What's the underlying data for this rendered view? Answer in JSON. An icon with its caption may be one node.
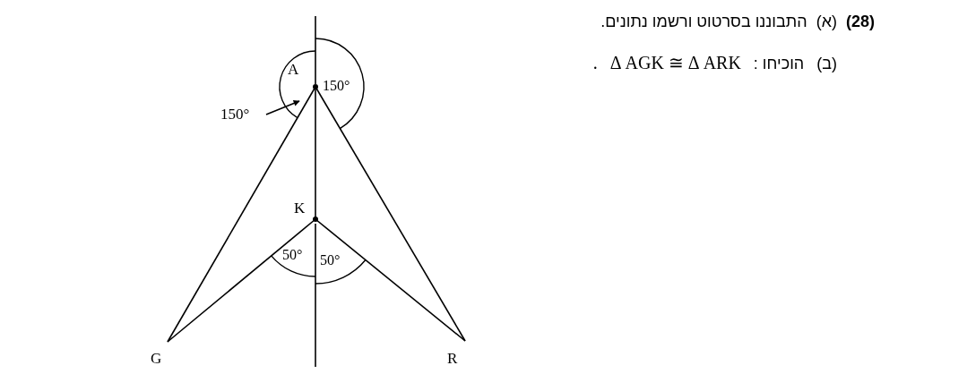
{
  "diagram": {
    "nodes": [
      {
        "text": [
          "A"
        ]
      },
      {
        "text": [
          "K"
        ]
      },
      {
        "text": [
          "G"
        ]
      },
      {
        "text": [
          "R"
        ]
      },
      {
        "text": [
          "150°"
        ]
      }
    ],
    "edges": [
      {
        "from": 0,
        "to": 2,
        "arrow": "none"
      },
      {
        "from": 0,
        "to": 3,
        "arrow": "none"
      },
      {
        "from": 0,
        "to": 1,
        "arrow": "none"
      },
      {
        "from": 1,
        "to": 2,
        "arrow": "none"
      },
      {
        "from": 1,
        "to": 3,
        "arrow": "none"
      },
      {
        "from": 4,
        "to": 0,
        "arrow": "to"
      }
    ],
    "labels": [
      "150°",
      "50°",
      "50°",
      "(28)",
      "(א)",
      "התבוננו בסרטוט ורשמו נתונים.",
      "(ב)",
      "הוכיחו :",
      "Δ AGK ≅ Δ ARK",
      "."
    ]
  }
}
